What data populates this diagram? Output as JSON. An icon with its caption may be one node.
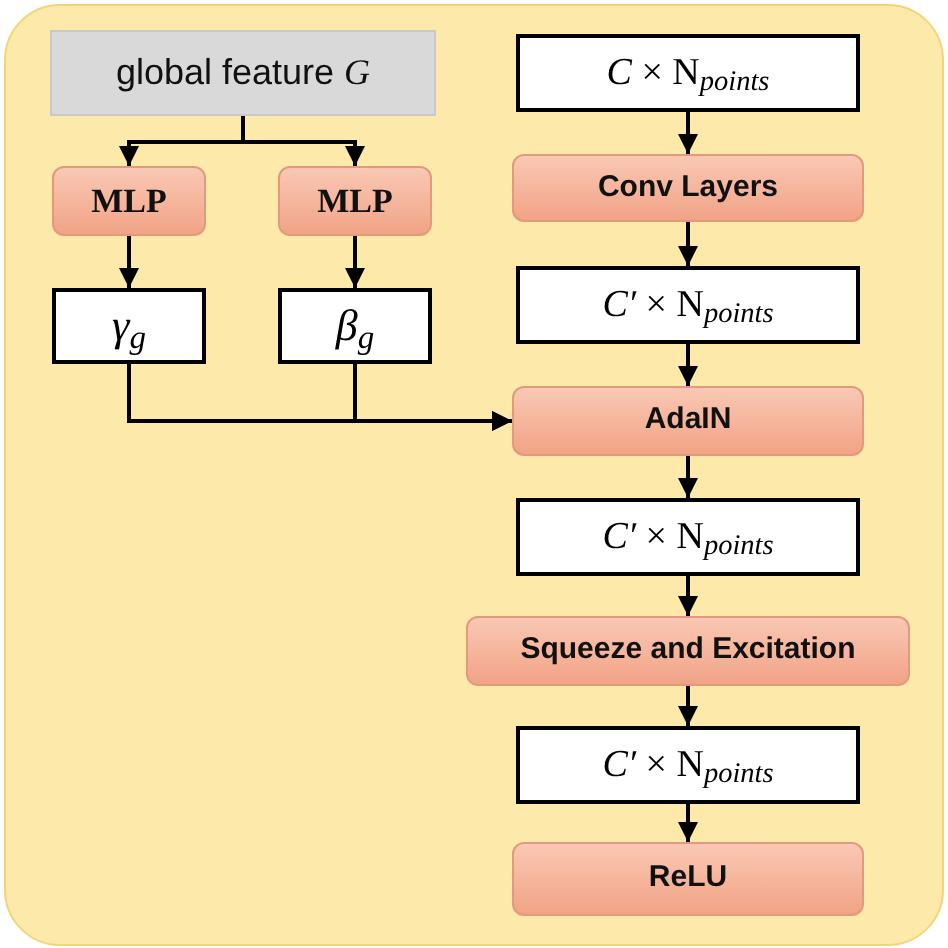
{
  "diagram": {
    "nodes": [
      {
        "text": [
          "global feature *G*"
        ]
      },
      {
        "text": [
          "MLP"
        ]
      },
      {
        "text": [
          "MLP"
        ]
      },
      {
        "text": [
          "γ$_{g}$"
        ]
      },
      {
        "text": [
          "β$_{g}$"
        ]
      },
      {
        "text": [
          "*C* × N$_{points}$"
        ]
      },
      {
        "text": [
          "Conv Layers"
        ]
      },
      {
        "text": [
          "*C′* × N$_{points}$"
        ]
      },
      {
        "text": [
          "AdaIN"
        ]
      },
      {
        "text": [
          "*C′* × N$_{points}$"
        ]
      },
      {
        "text": [
          "Squeeze and Excitation"
        ]
      },
      {
        "text": [
          "*C′* × N$_{points}$"
        ]
      },
      {
        "text": [
          "ReLU"
        ]
      }
    ],
    "edges": [
      {
        "from": 0,
        "to": 1,
        "arrow": "to"
      },
      {
        "from": 0,
        "to": 2,
        "arrow": "to"
      },
      {
        "from": 1,
        "to": 3,
        "arrow": "to"
      },
      {
        "from": 2,
        "to": 4,
        "arrow": "to"
      },
      {
        "from": 3,
        "to": 8,
        "arrow": "to"
      },
      {
        "from": 4,
        "to": 8,
        "arrow": "to"
      },
      {
        "from": 5,
        "to": 6,
        "arrow": "to"
      },
      {
        "from": 6,
        "to": 7,
        "arrow": "to"
      },
      {
        "from": 7,
        "to": 8,
        "arrow": "to"
      },
      {
        "from": 8,
        "to": 9,
        "arrow": "to"
      },
      {
        "from": 9,
        "to": 10,
        "arrow": "to"
      },
      {
        "from": 10,
        "to": 11,
        "arrow": "to"
      },
      {
        "from": 11,
        "to": 12,
        "arrow": "to"
      }
    ]
  }
}
